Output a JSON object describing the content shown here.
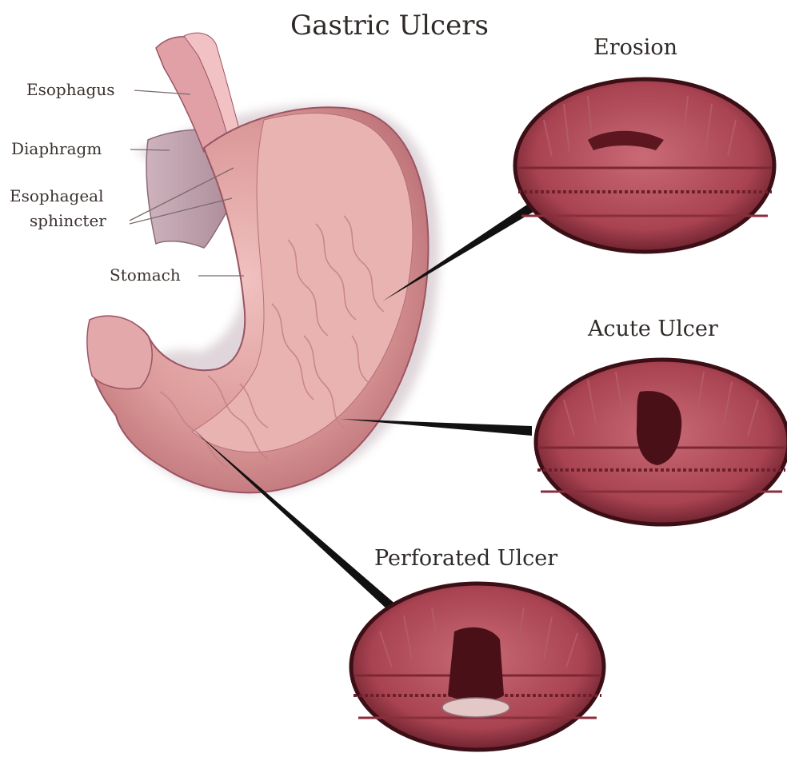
{
  "title": "Gastric Ulcers",
  "labels": {
    "esophagus": "Esophagus",
    "diaphragm": "Diaphragm",
    "esophageal_sphincter_line1": "Esophageal",
    "esophageal_sphincter_line2": "sphincter",
    "stomach": "Stomach"
  },
  "insets": {
    "erosion": "Erosion",
    "acute_ulcer": "Acute Ulcer",
    "perforated_ulcer": "Perforated Ulcer"
  },
  "colors": {
    "tissue_light": "#e7a7a5",
    "tissue_mid": "#c9787a",
    "tissue_dark": "#7a2a33",
    "lesion": "#4a1018"
  }
}
